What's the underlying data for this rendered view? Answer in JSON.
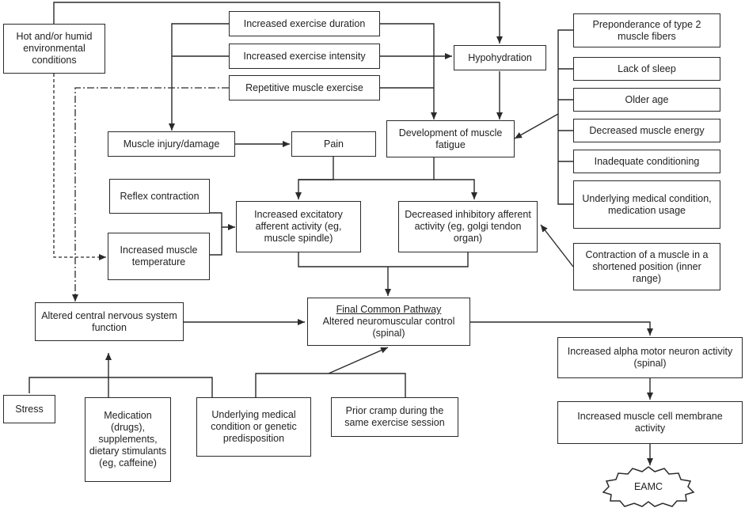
{
  "nodes": {
    "hot": "Hot and/or humid environmental conditions",
    "duration": "Increased exercise duration",
    "intensity": "Increased exercise intensity",
    "repetitive": "Repetitive muscle exercise",
    "hypohydration": "Hypohydration",
    "type2": "Preponderance of type 2 muscle fibers",
    "sleep": "Lack of sleep",
    "older": "Older age",
    "energy": "Decreased muscle energy",
    "conditioning": "Inadequate conditioning",
    "medical_usage": "Underlying medical condition, medication usage",
    "injury": "Muscle injury/damage",
    "pain": "Pain",
    "fatigue": "Development of muscle fatigue",
    "reflex": "Reflex contraction",
    "temperature": "Increased muscle temperature",
    "excitatory": "Increased excitatory afferent activity (eg, muscle spindle)",
    "inhibitory": "Decreased inhibitory afferent activity (eg, golgi tendon organ)",
    "shortened": "Contraction of a muscle in a shortened position (inner range)",
    "cns": "Altered central nervous system function",
    "final_title": "Final Common Pathway",
    "final_body": "Altered neuromuscular control (spinal)",
    "alpha": "Increased alpha motor neuron activity (spinal)",
    "membrane": "Increased muscle cell membrane activity",
    "stress": "Stress",
    "medication": "Medication (drugs), supplements, dietary stimulants (eg, caffeine)",
    "genetic": "Underlying medical condition or genetic predisposition",
    "prior": "Prior cramp during the same exercise session",
    "eamc": "EAMC"
  }
}
